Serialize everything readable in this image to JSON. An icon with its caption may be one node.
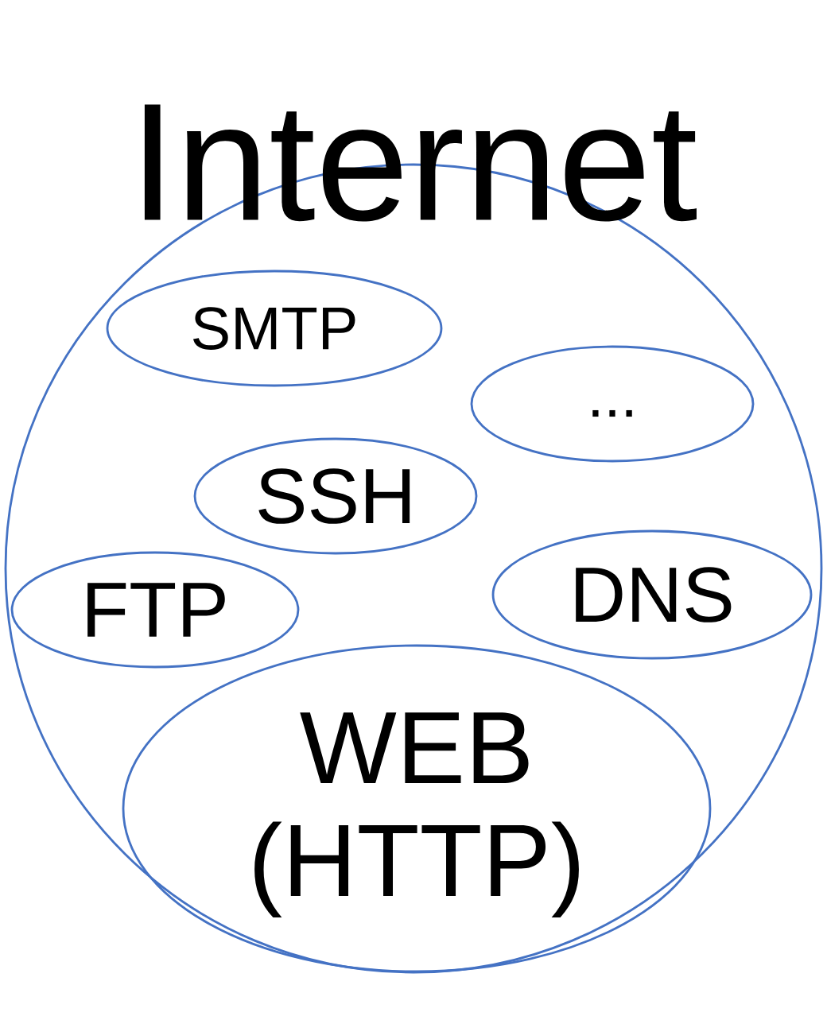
{
  "diagram": {
    "nodes": [
      {
        "text": [
          "Internet"
        ]
      },
      {
        "text": [
          "SMTP"
        ],
        "in": 0
      },
      {
        "text": [
          "..."
        ],
        "in": 0
      },
      {
        "text": [
          "SSH"
        ],
        "in": 0
      },
      {
        "text": [
          "FTP"
        ],
        "in": 0
      },
      {
        "text": [
          "DNS"
        ],
        "in": 0
      },
      {
        "text": [
          "WEB (HTTP)"
        ],
        "in": 0
      }
    ]
  }
}
